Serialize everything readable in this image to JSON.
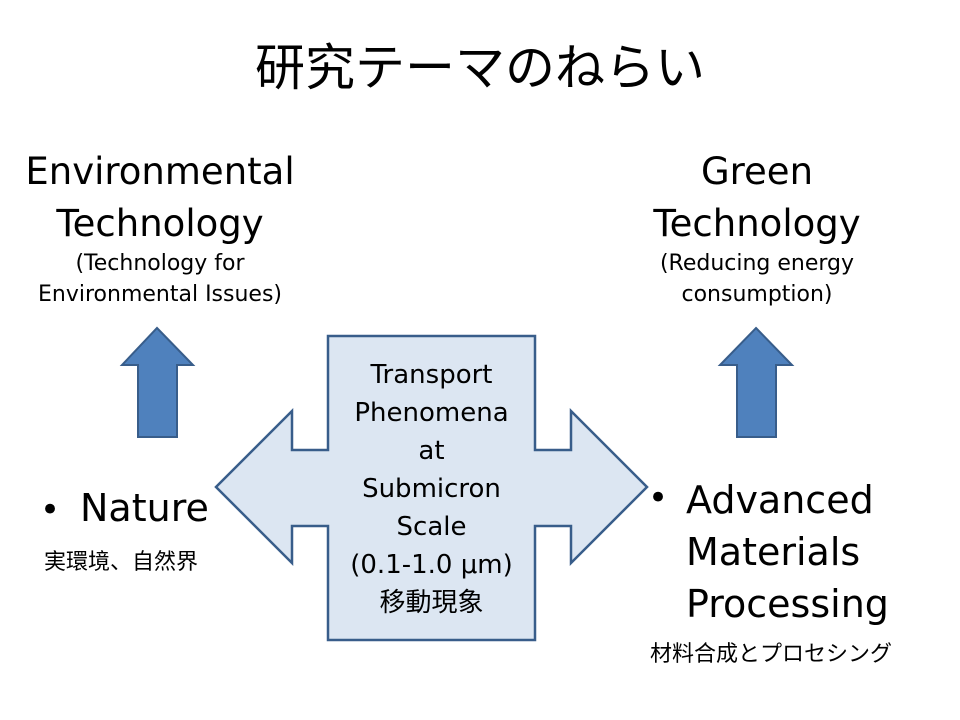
{
  "title": "研究テーマのねらい",
  "left_goal": {
    "line1": "Environmental",
    "line2": "Technology",
    "sub1": "(Technology for",
    "sub2": "Environmental Issues)"
  },
  "right_goal": {
    "line1": "Green",
    "line2": "Technology",
    "sub1": "(Reducing energy",
    "sub2": "consumption)"
  },
  "left_bullet": {
    "bullet": "•",
    "label": "Nature",
    "jp": "実環境、自然界"
  },
  "right_bullet": {
    "bullet": "•",
    "line1": "Advanced",
    "line2": "Materials",
    "line3": "Processing",
    "jp": "材料合成とプロセシング"
  },
  "center": {
    "lines": [
      "Transport",
      "Phenomena",
      "at",
      "Submicron",
      "Scale",
      "(0.1-1.0 μm)",
      "移動現象"
    ]
  },
  "colors": {
    "arrow_fill": "#4f81bd",
    "arrow_stroke": "#385d8a",
    "center_fill": "#dce6f2"
  }
}
